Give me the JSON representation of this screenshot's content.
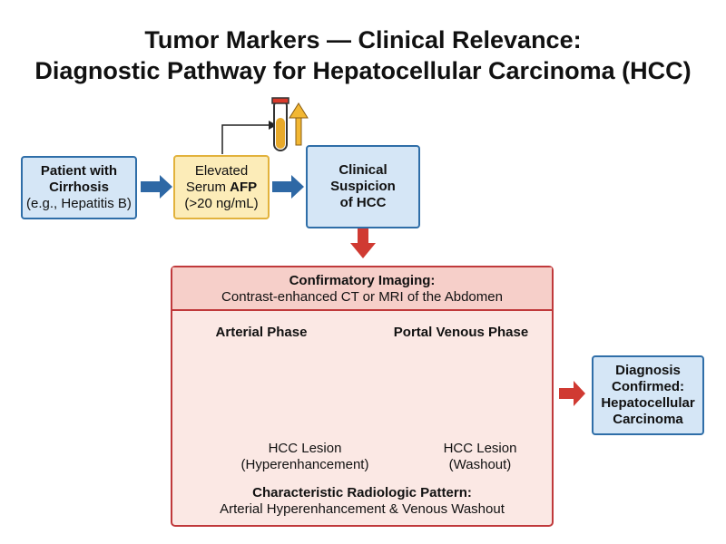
{
  "title": {
    "line1": "Tumor Markers — Clinical Relevance:",
    "line2": "Diagnostic Pathway for Hepatocellular Carcinoma (HCC)"
  },
  "patient_box": {
    "line1": "Patient with",
    "line2": "Cirrhosis",
    "line3": "(e.g., Hepatitis B)"
  },
  "afp_box": {
    "line1": "Elevated",
    "line2_prefix": "Serum ",
    "line2_bold": "AFP",
    "line3": "(>20 ng/mL)"
  },
  "suspicion_box": {
    "line1": "Clinical",
    "line2": "Suspicion",
    "line3": "of HCC"
  },
  "imaging": {
    "heading": "Confirmatory Imaging:",
    "subheading": "Contrast-enhanced CT or MRI of the Abdomen",
    "arterial": {
      "label": "Arterial Phase",
      "lesion": "HCC Lesion",
      "lesion_note": "(Hyperenhancement)"
    },
    "portal": {
      "label": "Portal Venous Phase",
      "lesion": "HCC Lesion",
      "lesion_note": "(Washout)"
    },
    "pattern_heading": "Characteristic Radiologic Pattern:",
    "pattern_text": "Arterial Hyperenhancement & Venous Washout"
  },
  "diagnosis_box": {
    "line1": "Diagnosis",
    "line2": "Confirmed:",
    "line3": "Hepatocellular",
    "line4": "Carcinoma"
  },
  "colors": {
    "box_blue_fill": "#d5e6f6",
    "box_blue_border": "#2f6ea8",
    "afp_fill": "#fcecb8",
    "afp_border": "#e2b23c",
    "arrow_blue": "#2e68a5",
    "arrow_red": "#d03a32",
    "panel_fill": "#fbe8e4",
    "panel_border": "#c0393b",
    "liver_arterial": "#3f7fd0",
    "liver_portal": "#7e93a6",
    "lesion_arterial": "#ef5350",
    "lesion_portal": "#4a6685"
  },
  "icons": [
    "test-tube-icon",
    "up-arrow-icon"
  ]
}
